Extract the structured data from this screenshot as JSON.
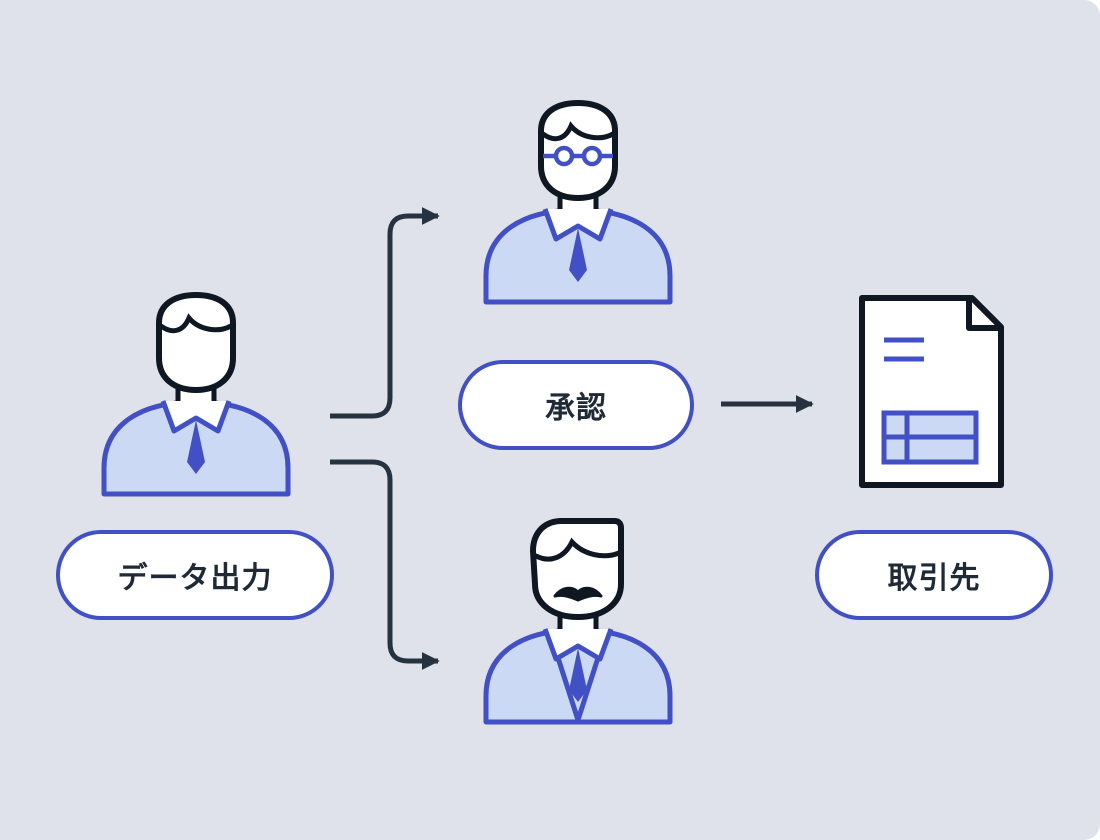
{
  "labels": {
    "export": "データ出力",
    "approve": "承認",
    "partner": "取引先"
  },
  "colors": {
    "background": "#dfe2ea",
    "accent": "#4150c4",
    "body_fill": "#ccd9f5",
    "outline": "#0f1722",
    "arrow": "#26323f",
    "label_bg": "#ffffff",
    "text": "#1f2a36"
  },
  "icons": [
    "person-icon",
    "person-glasses-icon",
    "person-mustache-icon",
    "document-icon",
    "arrow-right-icon"
  ]
}
